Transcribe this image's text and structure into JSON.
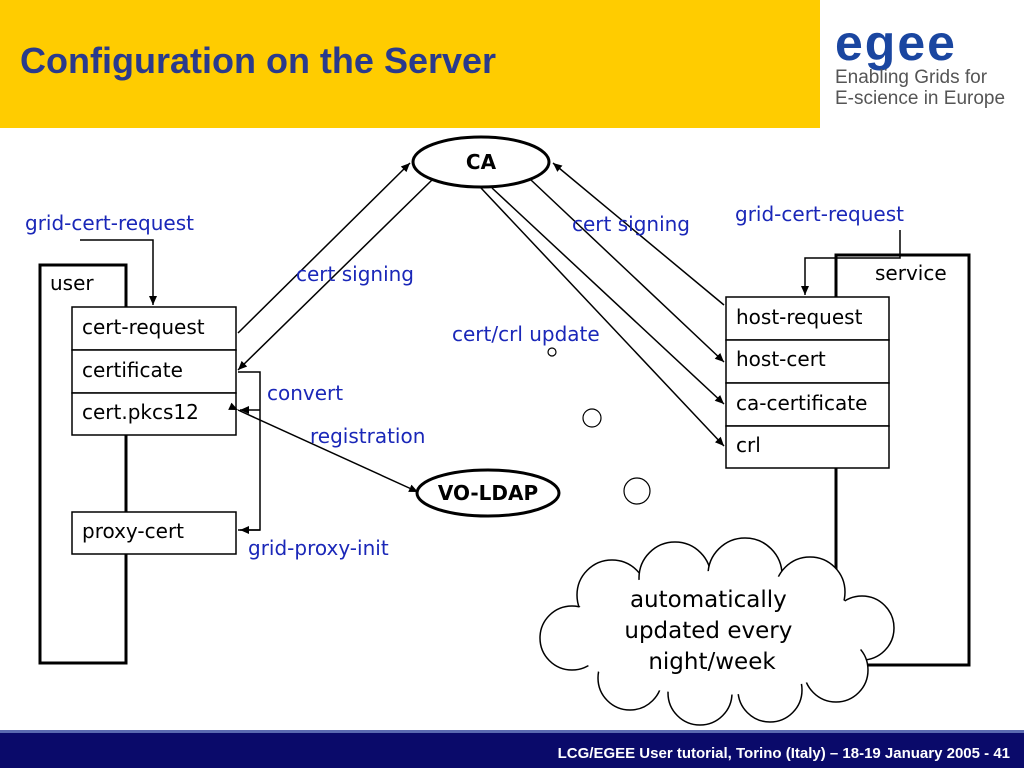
{
  "slide": {
    "title": "Configuration on the Server",
    "footer": "LCG/EGEE User tutorial, Torino (Italy) – 18-19 January 2005 - 41"
  },
  "logo": {
    "wordmark": "egee",
    "line1": "Enabling Grids for",
    "line2": "E-science in Europe",
    "colors": {
      "wordmark": "#1a46a0",
      "text": "#555555"
    }
  },
  "diagram": {
    "ca": "CA",
    "vo_ldap": "VO-LDAP",
    "user": {
      "label": "user",
      "request_label": "grid-cert-request",
      "files": [
        "cert-request",
        "certificate",
        "cert.pkcs12"
      ],
      "proxy": "proxy-cert"
    },
    "service": {
      "label": "service",
      "request_label": "grid-cert-request",
      "files": [
        "host-request",
        "host-cert",
        "ca-certificate",
        "crl"
      ]
    },
    "arrows": {
      "cert_signing_left": "cert signing",
      "cert_signing_right": "cert signing",
      "cert_crl_update": "cert/crl update",
      "convert": "convert",
      "registration": "registration",
      "grid_proxy_init": "grid-proxy-init"
    },
    "cloud": {
      "lines": [
        "automatically",
        "updated every",
        "night/week"
      ]
    },
    "colors": {
      "labels": "#1a27b8",
      "lines": "#000000"
    }
  }
}
